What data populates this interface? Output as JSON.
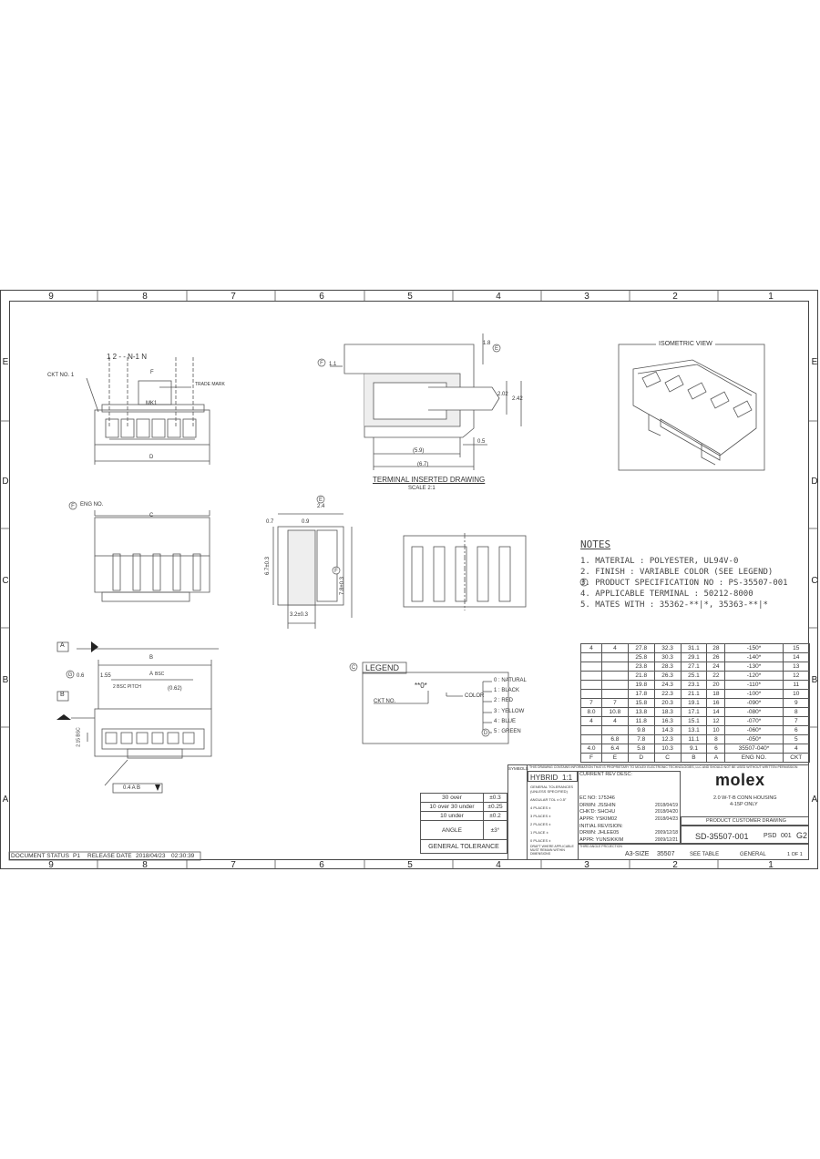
{
  "zones": {
    "top": [
      "9",
      "8",
      "7",
      "6",
      "5",
      "4",
      "3",
      "2",
      "1"
    ],
    "side": [
      "E",
      "D",
      "C",
      "B",
      "A"
    ]
  },
  "labels": {
    "ckt_no": "CKT NO. 1",
    "trade_mark": "TRADE MARK",
    "mk1": "MK1",
    "terminal_drawing": "TERMINAL INSERTED DRAWING",
    "scale": "SCALE 2:1",
    "isometric": "ISOMETRIC VIEW",
    "eng_no": "ENG NO.",
    "top_pins": "1      2   -   -   N-1   N",
    "dim_D": "D",
    "dim_C": "C",
    "dim_B": "B",
    "dim_F": "F",
    "dim_E": "E",
    "dim_A": "A",
    "dim_5_9": "(5.9)",
    "dim_6_7": "(6.7)",
    "dim_0_5": "0.5",
    "dim_2_02": "2.02",
    "dim_2_42": "2.42",
    "dim_1_8": "1.8",
    "dim_1_1": "1.1",
    "dim_2_4": "2.4",
    "dim_0_7": "0.7",
    "dim_0_9": "0.9",
    "dim_6_7b": "6.7±0.3",
    "dim_7_8": "7.8±0.3",
    "dim_3_2": "3.2±0.3",
    "dim_0_6": "0.6",
    "dim_1_55": "1.55",
    "dim_2_bsc": "2 BSC PITCH",
    "dim_0_62": "(0.62)",
    "dim_2_15": "2.15 BSC",
    "bsc": "BSC",
    "datum_a": "A",
    "datum_b": "B",
    "fcf": "0.4 A B"
  },
  "notes": {
    "title": "NOTES",
    "items": [
      "1. MATERIAL : POLYESTER, UL94V-0",
      "2. FINISH : VARIABLE COLOR (SEE LEGEND)",
      "3. PRODUCT SPECIFICATION NO : PS-35507-001",
      "4. APPLICABLE TERMINAL : 50212-8000",
      "5. MATES WITH : 35362-**|*, 35363-**|*"
    ]
  },
  "legend": {
    "title": "LEGEND",
    "code": "**0*",
    "ckt_no": "CKT NO.",
    "color": "COLOR",
    "colors": [
      "0 : NATURAL",
      "1 : BLACK",
      "2 : RED",
      "3 : YELLOW",
      "4 : BLUE",
      "5 : GREEN"
    ]
  },
  "dim_table": {
    "headers": [
      "F",
      "E",
      "D",
      "C",
      "B",
      "A",
      "ENG NO.",
      "CKT"
    ],
    "rows": [
      [
        "4",
        "4",
        "27.8",
        "32.3",
        "31.1",
        "28",
        "-150*",
        "15"
      ],
      [
        "",
        "",
        "25.8",
        "30.3",
        "29.1",
        "26",
        "-140*",
        "14"
      ],
      [
        "",
        "",
        "23.8",
        "28.3",
        "27.1",
        "24",
        "-130*",
        "13"
      ],
      [
        "",
        "",
        "21.8",
        "26.3",
        "25.1",
        "22",
        "-120*",
        "12"
      ],
      [
        "",
        "",
        "19.8",
        "24.3",
        "23.1",
        "20",
        "-110*",
        "11"
      ],
      [
        "",
        "",
        "17.8",
        "22.3",
        "21.1",
        "18",
        "-100*",
        "10"
      ],
      [
        "7",
        "7",
        "15.8",
        "20.3",
        "19.1",
        "16",
        "-090*",
        "9"
      ],
      [
        "8.0",
        "10.8",
        "13.8",
        "18.3",
        "17.1",
        "14",
        "-080*",
        "8"
      ],
      [
        "4",
        "4",
        "11.8",
        "16.3",
        "15.1",
        "12",
        "-070*",
        "7"
      ],
      [
        "",
        "",
        "9.8",
        "14.3",
        "13.1",
        "10",
        "-060*",
        "6"
      ],
      [
        "",
        "6.8",
        "7.8",
        "12.3",
        "11.1",
        "8",
        "-050*",
        "5"
      ],
      [
        "4.0",
        "6.4",
        "5.8",
        "10.3",
        "9.1",
        "6",
        "35507-040*",
        "4"
      ]
    ]
  },
  "tolerance": {
    "rows": [
      [
        "30 over",
        "±0.3"
      ],
      [
        "10 over 30 under",
        "±0.25"
      ],
      [
        "10 under",
        "±0.2"
      ],
      [
        "ANGLE",
        "±3°"
      ]
    ],
    "title": "GENERAL TOLERANCE"
  },
  "title_block": {
    "symbols": "SYMBOLS",
    "hybrid": "HYBRID",
    "scale_val": "1:1",
    "disclaimer": "THIS DRAWING CONTAINS INFORMATION THAT IS PROPRIETARY TO MOLEX ELECTRONIC TECHNOLOGIES, LLC AND SHOULD NOT BE USED WITHOUT WRITTEN PERMISSION",
    "current_rev": "CURRENT REV DESC:",
    "ec_no": "EC NO:  175346",
    "drwn": "DRWN:  JSSHIN",
    "drwn_date": "2018/04/19",
    "chkd": "CHK'D:  SHCHU",
    "chkd_date": "2018/04/20",
    "appr": "APPR:  YSKIM02",
    "appr_date": "2018/04/23",
    "initial_rev": "INITIAL REVISION:",
    "drwn2": "DRWN:  JHLEE05",
    "drwn2_date": "2009/12/18",
    "appr2": "APPR:  YUNSIKKIM",
    "appr2_date": "2009/12/21",
    "brand": "molex",
    "desc1": "2.0 W-T-B CONN HOUSING",
    "desc2": "4-15P ONLY",
    "doc_type": "PRODUCT CUSTOMER DRAWING",
    "doc_no": "SD-35507-001",
    "psd": "PSD",
    "sheet_code": "001",
    "rev": "G2",
    "size": "A3-SIZE",
    "series": "35507",
    "material": "SEE TABLE",
    "customer": "GENERAL",
    "sheet": "1 OF 1",
    "gen_tol": "GENERAL TOLERANCES (UNLESS SPECIFIED)",
    "angular": "ANGULAR TOL ± 0.5°",
    "places": [
      "4 PLACES ±",
      "3 PLACES ±",
      "2 PLACES ±",
      "1 PLACE ±",
      "0 PLACES ±"
    ],
    "draft": "DRAFT WHERE APPLICABLE MUST REMAIN WITHIN DIMENSIONS",
    "third_angle": "THIRD ANGLE PROJECTION"
  },
  "status": {
    "doc_status_label": "DOCUMENT STATUS",
    "doc_status": "P1",
    "release_label": "RELEASE DATE",
    "release_date": "2018/04/23",
    "release_time": "02:30:39"
  }
}
